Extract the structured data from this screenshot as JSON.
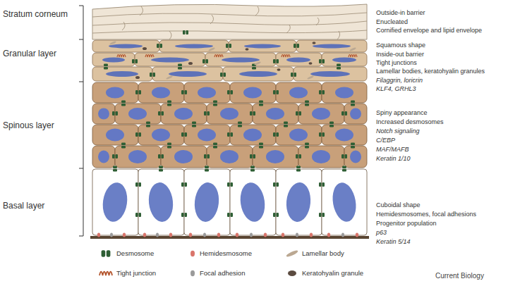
{
  "diagram": {
    "nodes": [
      {
        "text": [
          "Stratum corneum",
          "Outside-in barrier",
          "Enucleated",
          "Cornified envelope and lipid envelope"
        ]
      },
      {
        "text": [
          "Granular layer",
          "Squamous shape",
          "Inside-out barrier",
          "Tight junctions",
          "Lamellar bodies, keratohyalin granules",
          "Filaggrin, loricrin",
          "KLF4, GRHL3"
        ]
      },
      {
        "text": [
          "Spinous layer",
          "Spiny appearance",
          "Increased desmosomes",
          "Notch signaling",
          "C/EBP",
          "MAF/MAFB",
          "Keratin 1/10"
        ]
      },
      {
        "text": [
          "Basal layer",
          "Cuboidal shape",
          "Hemidesmosomes, focal adhesions",
          "Progenitor population",
          "p63",
          "Keratin 5/14"
        ]
      }
    ],
    "labels": [
      "Current Biology"
    ],
    "legend": [
      {
        "text": "Desmosome"
      },
      {
        "text": "Hemidesmosome"
      },
      {
        "text": "Lamellar body"
      },
      {
        "text": "Tight junction"
      },
      {
        "text": "Focal adhesion"
      },
      {
        "text": "Keratohyalin granule"
      }
    ]
  }
}
